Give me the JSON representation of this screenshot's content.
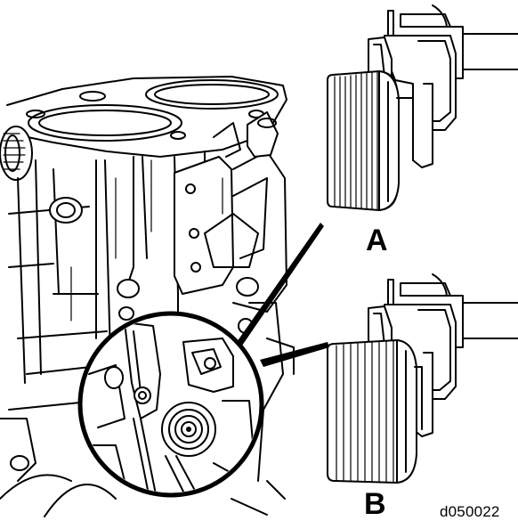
{
  "labels": {
    "a": "A",
    "b": "B"
  },
  "figure_id": "d050022",
  "colors": {
    "line": "#000000",
    "background": "#ffffff"
  }
}
